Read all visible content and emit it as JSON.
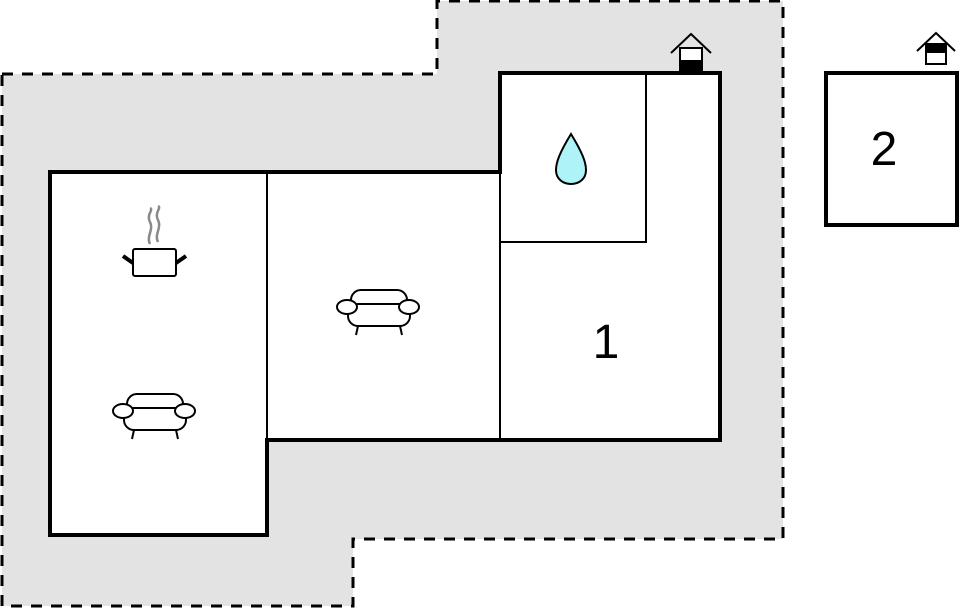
{
  "floorplan": {
    "colors": {
      "terrace_fill": "#e3e3e3",
      "wall": "#000000",
      "room_fill": "#ffffff",
      "water_drop": "#aef3f7"
    },
    "rooms": [
      {
        "id": "kitchen-living",
        "icons": [
          "cooking-pot-icon",
          "armchair-icon"
        ]
      },
      {
        "id": "living-room",
        "icons": [
          "armchair-icon"
        ]
      },
      {
        "id": "bathroom",
        "icons": [
          "water-drop-icon"
        ]
      },
      {
        "id": "room-1",
        "label": "1"
      },
      {
        "id": "building-2",
        "label": "2"
      }
    ],
    "labels": {
      "room_1": "1",
      "building_2": "2"
    },
    "entrances": [
      {
        "name": "main-entrance-icon",
        "building": "1"
      },
      {
        "name": "building-2-entrance-icon",
        "building": "2"
      }
    ]
  }
}
